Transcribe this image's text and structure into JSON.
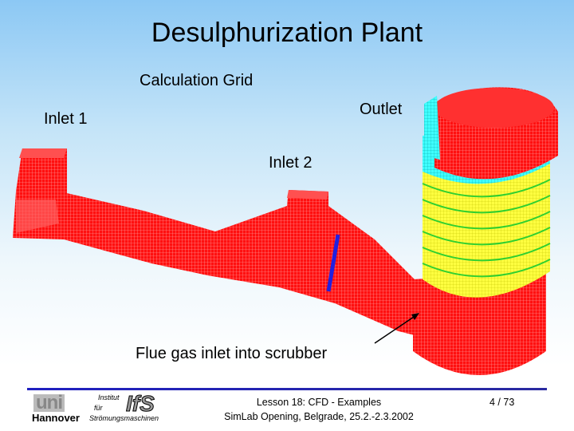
{
  "slide": {
    "title": "Desulphurization Plant",
    "subtitle": "Calculation Grid",
    "labels": {
      "inlet1": "Inlet 1",
      "inlet2": "Inlet 2",
      "outlet": "Outlet",
      "flue_gas": "Flue gas inlet into scrubber"
    }
  },
  "footer": {
    "logo_uni": "uni",
    "logo_hannover": "Hannover",
    "logo_institut": "Institut",
    "logo_fur": "für",
    "logo_ifs": "IfS",
    "logo_stroemung": "Strömungsmaschinen",
    "lesson": "Lesson 18: CFD - Examples",
    "event": "SimLab Opening, Belgrade, 25.2.-2.3.2002",
    "page": "4 / 73"
  },
  "colors": {
    "mesh": "#ff1010",
    "band_yellow": "#ffff40",
    "band_cyan": "#40ffff",
    "accent_blue": "#2020c0"
  }
}
